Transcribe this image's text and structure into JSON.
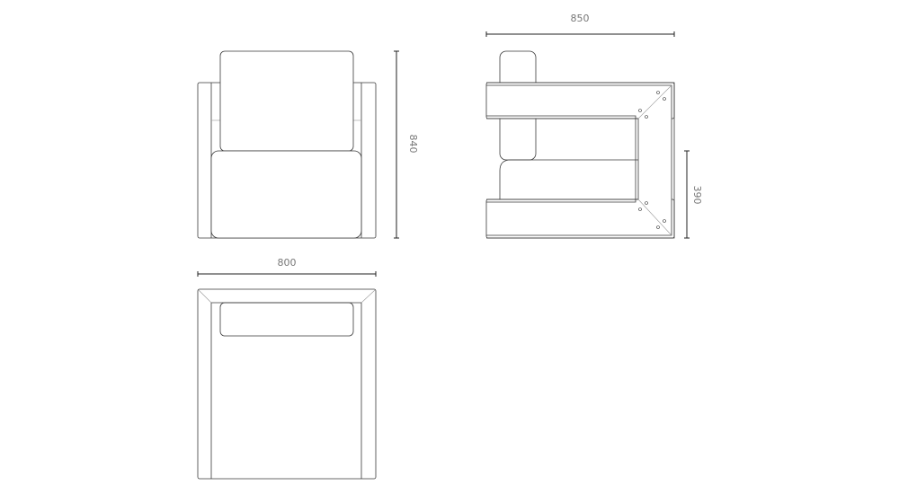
{
  "drawing": {
    "front_view": {
      "height_label": "840"
    },
    "side_view": {
      "depth_label": "850",
      "seat_height_label": "390"
    },
    "top_view": {
      "width_label": "800"
    }
  }
}
